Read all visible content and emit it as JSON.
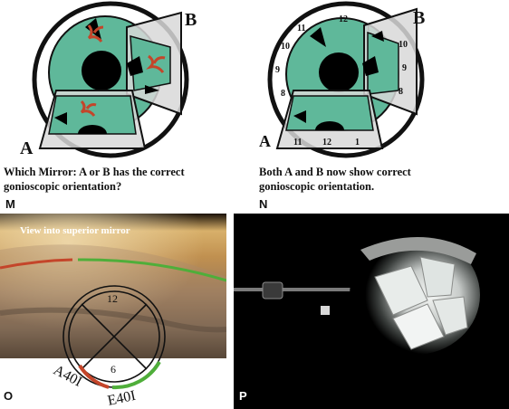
{
  "panel_m": {
    "mirror_a": "A",
    "mirror_b": "B",
    "caption": [
      "Which Mirror:  A or B has the correct",
      "gonioscopic orientation?"
    ],
    "letter": "M"
  },
  "panel_n": {
    "mirror_a": "A",
    "mirror_b": "B",
    "clock_labels": [
      "11",
      "12",
      "1",
      "10",
      "9",
      "8"
    ],
    "mirror_b_labels": [
      "10",
      "9",
      "8"
    ],
    "mirror_a_labels": [
      "11",
      "12",
      "1"
    ],
    "caption": [
      "Both A and  B now show correct",
      "gonioscopic orientation."
    ],
    "letter": "N"
  },
  "panel_o": {
    "view_label": "View into superior mirror",
    "clock_top": "12",
    "clock_bottom": "6",
    "label_left": "A40I",
    "label_right": "E40I",
    "letter": "O"
  },
  "panel_p": {
    "letter": "P"
  },
  "colors": {
    "iris": "#5fb89a",
    "red_mark": "#c4452a",
    "green_arc": "#4fae3a",
    "mirror_fill": "#d8d8d8"
  }
}
